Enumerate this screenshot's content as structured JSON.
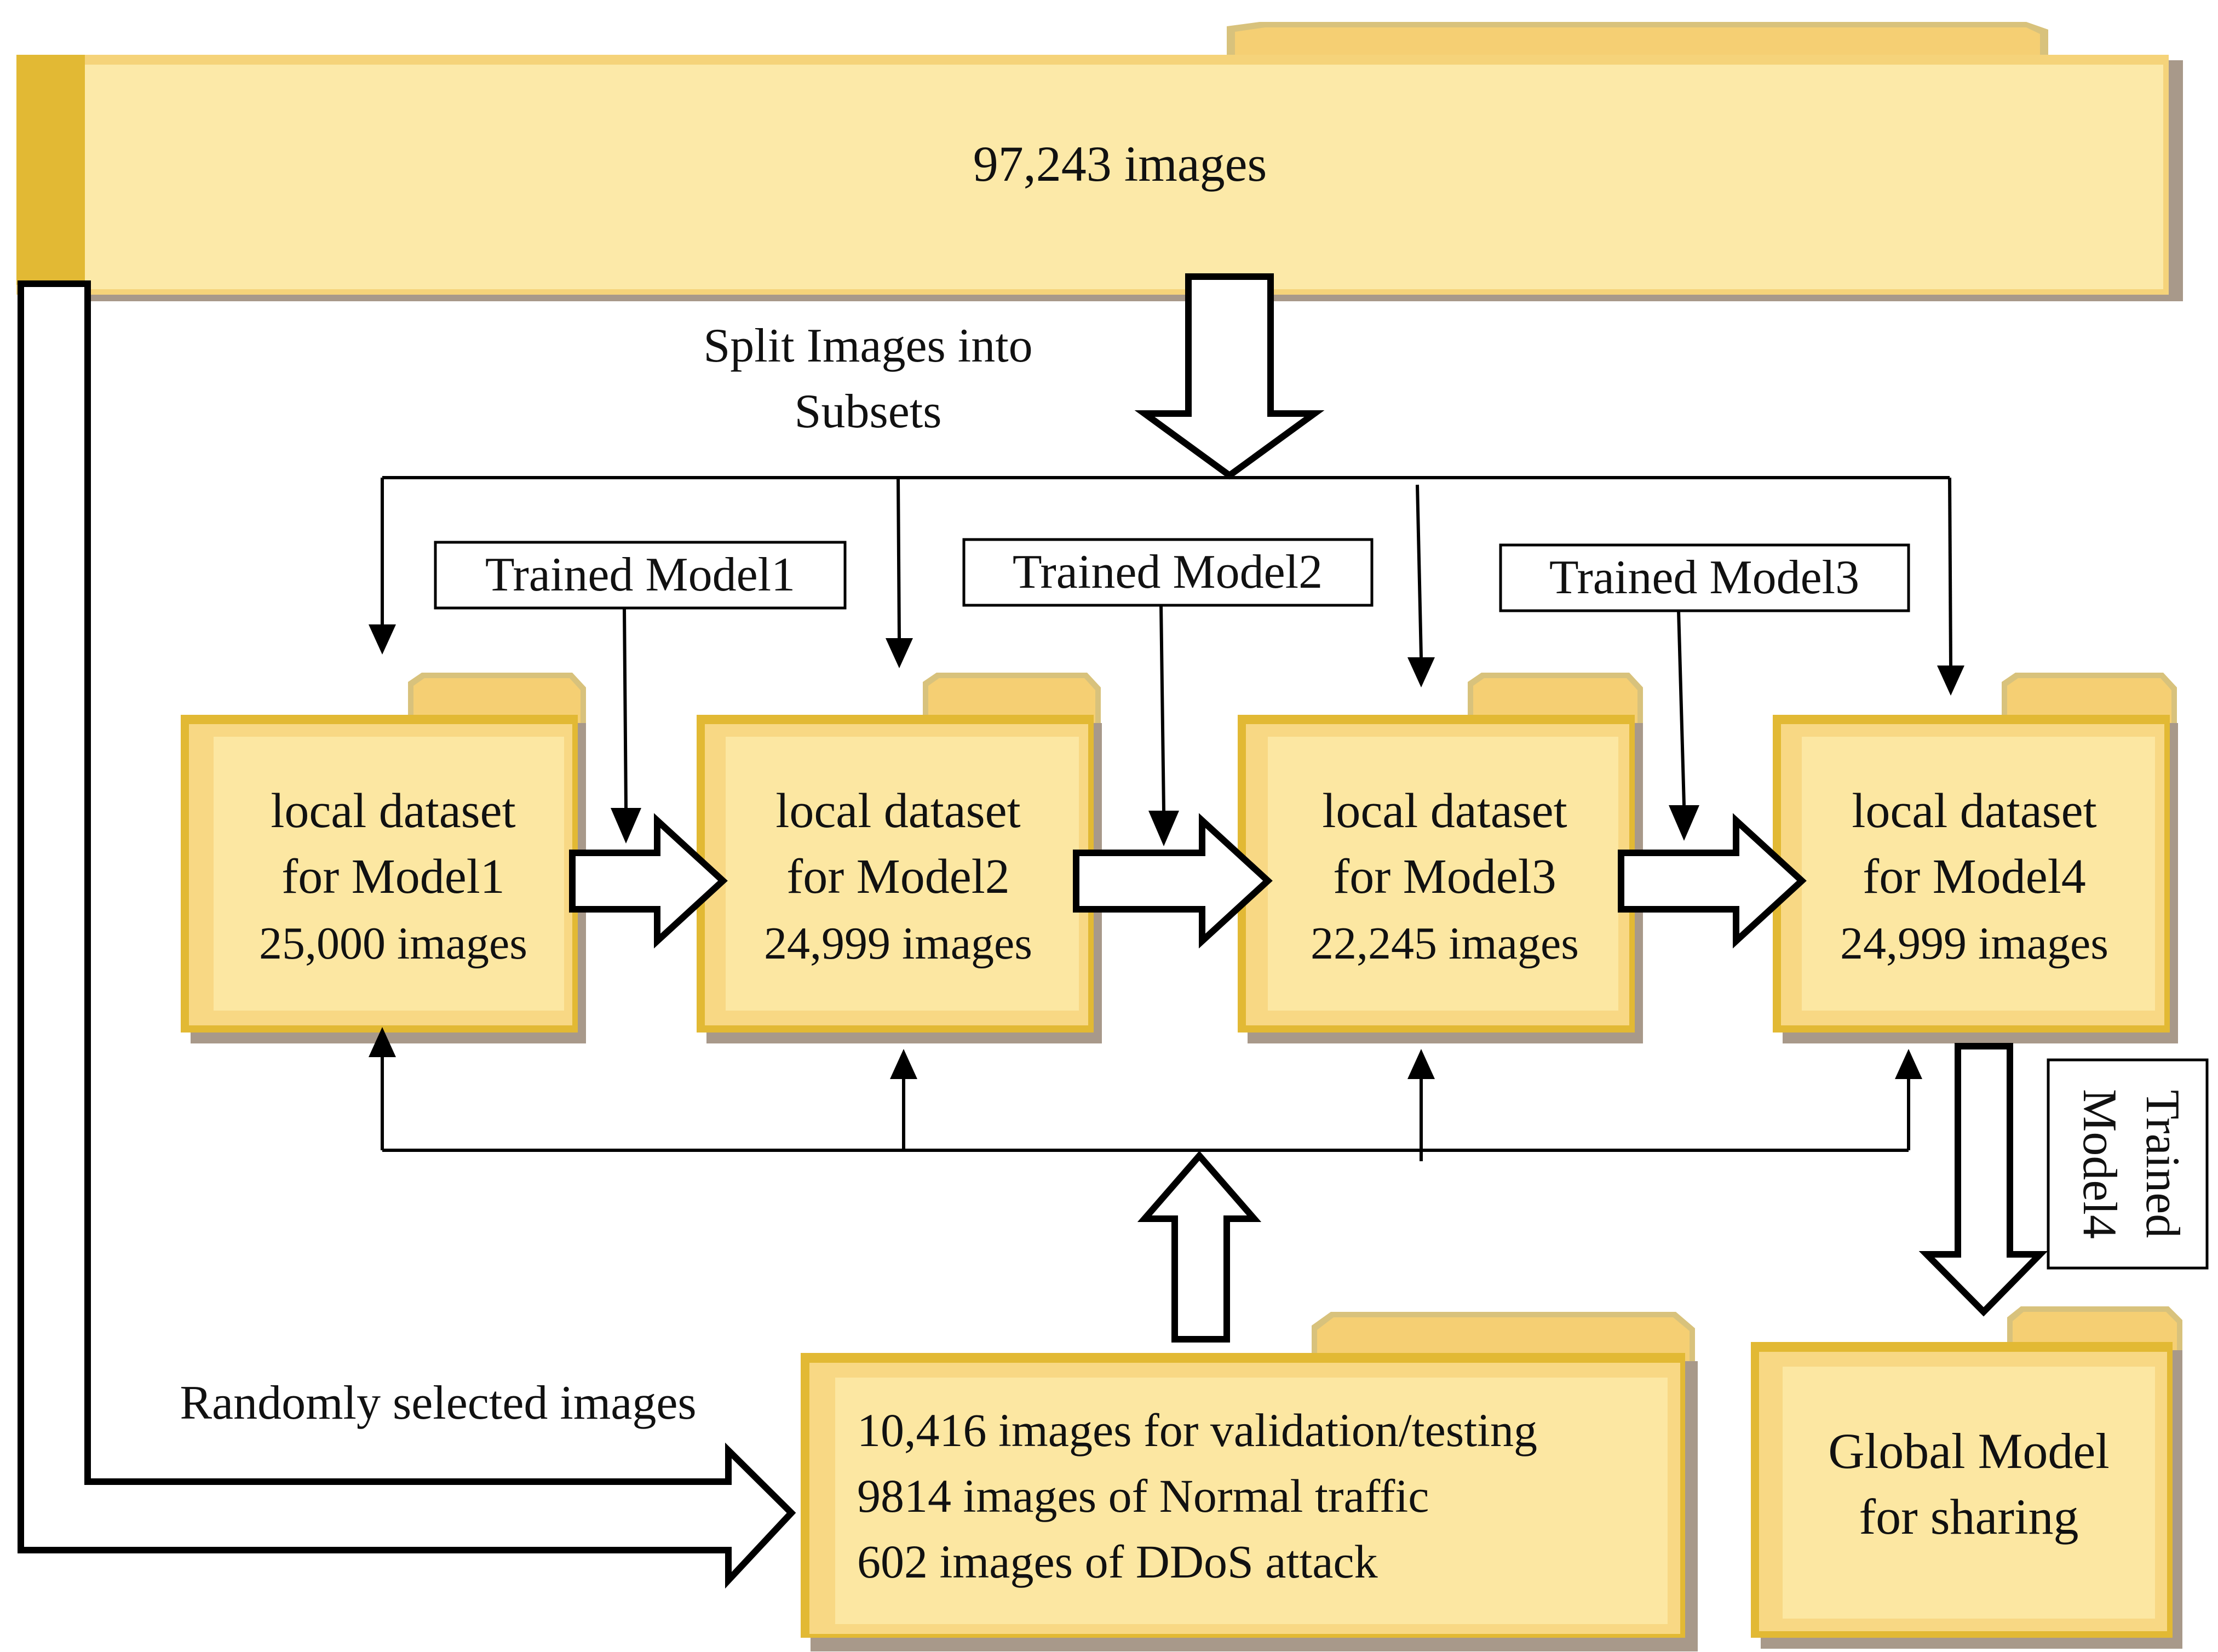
{
  "top_folder": {
    "text": "97,243 images"
  },
  "split_label": {
    "line1": "Split Images into",
    "line2": "Subsets"
  },
  "local_datasets": [
    {
      "line1": "local dataset",
      "line2": "for Model1",
      "line3": "25,000 images"
    },
    {
      "line1": "local dataset",
      "line2": "for Model2",
      "line3": "24,999 images"
    },
    {
      "line1": "local dataset",
      "line2": "for Model3",
      "line3": "22,245 images"
    },
    {
      "line1": "local dataset",
      "line2": "for Model4",
      "line3": "24,999 images"
    }
  ],
  "trained_labels": [
    "Trained Model1",
    "Trained Model2",
    "Trained Model3"
  ],
  "trained_model4": {
    "line1": "Trained",
    "line2": "Model4"
  },
  "validation_folder": {
    "line1": "10,416 images for validation/testing",
    "line2": "9814 images of Normal traffic",
    "line3": "602 images of DDoS attack"
  },
  "random_label": "Randomly selected images",
  "global_folder": {
    "line1": "Global Model",
    "line2": "for sharing"
  },
  "colors": {
    "folder_fill": "#fbe6a2",
    "folder_tab": "#f5cf73",
    "folder_edge": "#e2b934",
    "folder_shadow": "#a8998a",
    "text": "#111111"
  }
}
